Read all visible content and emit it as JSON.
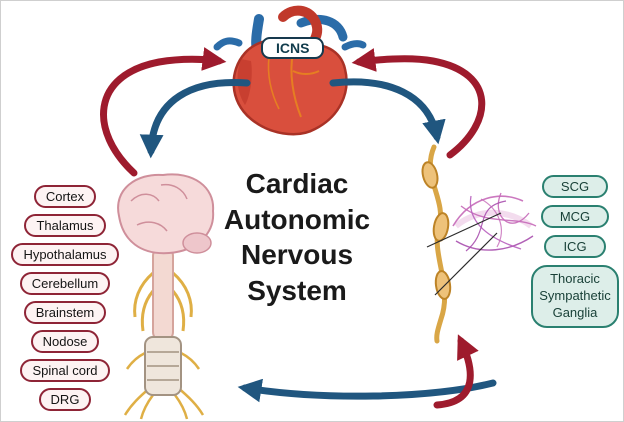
{
  "title": {
    "text": "Cardiac Autonomic Nervous System",
    "lines": [
      "Cardiac",
      "Autonomic",
      "Nervous",
      "System"
    ]
  },
  "heart": {
    "badge": "ICNS"
  },
  "left_column": {
    "items": [
      "Cortex",
      "Thalamus",
      "Hypothalamus",
      "Cerebellum",
      "Brainstem",
      "Nodose",
      "Spinal cord",
      "DRG"
    ]
  },
  "right_column": {
    "items": [
      "SCG",
      "MCG",
      "ICG"
    ],
    "ganglia_box_lines": [
      "Thoracic",
      "Sympathetic",
      "Ganglia"
    ]
  },
  "colors": {
    "arrow_red": "#9e1b2d",
    "arrow_blue": "#20567f",
    "left_pill_border": "#8e2436",
    "left_pill_bg": "#fdf3f3",
    "right_pill_border": "#2a8070",
    "right_pill_bg": "#ddeee9",
    "right_pill_text": "#173f36",
    "badge_border": "#16394d",
    "badge_text": "#113c4c"
  }
}
